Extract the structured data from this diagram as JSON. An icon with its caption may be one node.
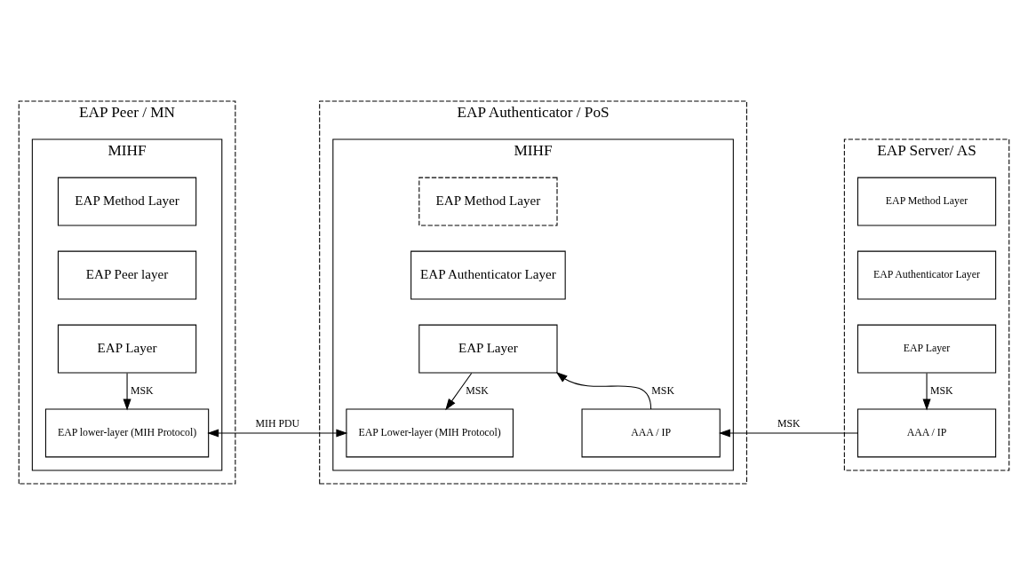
{
  "diagram": {
    "nodes": [
      {
        "text": [
          "EAP Peer / MN"
        ]
      },
      {
        "text": [
          "MIHF"
        ],
        "in": 0
      },
      {
        "text": [
          "EAP Method Layer"
        ],
        "in": 1
      },
      {
        "text": [
          "EAP Peer layer"
        ],
        "in": 1
      },
      {
        "text": [
          "EAP Layer"
        ],
        "in": 1
      },
      {
        "text": [
          "EAP lower-layer (MIH Protocol)"
        ],
        "in": 1
      },
      {
        "text": [
          "EAP Authenticator / PoS"
        ]
      },
      {
        "text": [
          "MIHF"
        ],
        "in": 6
      },
      {
        "text": [
          "EAP Method Layer"
        ],
        "in": 7
      },
      {
        "text": [
          "EAP Authenticator Layer"
        ],
        "in": 7
      },
      {
        "text": [
          "EAP Layer"
        ],
        "in": 7
      },
      {
        "text": [
          "EAP Lower-layer (MIH Protocol)"
        ],
        "in": 7
      },
      {
        "text": [
          "AAA / IP"
        ],
        "in": 7
      },
      {
        "text": [
          "EAP Server/ AS"
        ]
      },
      {
        "text": [
          "EAP Method Layer"
        ],
        "in": 13
      },
      {
        "text": [
          "EAP Authenticator Layer"
        ],
        "in": 13
      },
      {
        "text": [
          "EAP Layer"
        ],
        "in": 13
      },
      {
        "text": [
          "AAA / IP"
        ],
        "in": 13
      }
    ],
    "edges": [
      {
        "from": 4,
        "to": 5,
        "arrow": "to",
        "label": "MSK"
      },
      {
        "from": 5,
        "to": 11,
        "arrow": "both",
        "label": "MIH PDU"
      },
      {
        "from": 10,
        "to": 11,
        "arrow": "to",
        "label": "MSK"
      },
      {
        "from": 12,
        "to": 10,
        "arrow": "to",
        "label": "MSK"
      },
      {
        "from": 16,
        "to": 17,
        "arrow": "to",
        "label": "MSK"
      },
      {
        "from": 17,
        "to": 12,
        "arrow": "to",
        "label": "MSK"
      }
    ]
  }
}
